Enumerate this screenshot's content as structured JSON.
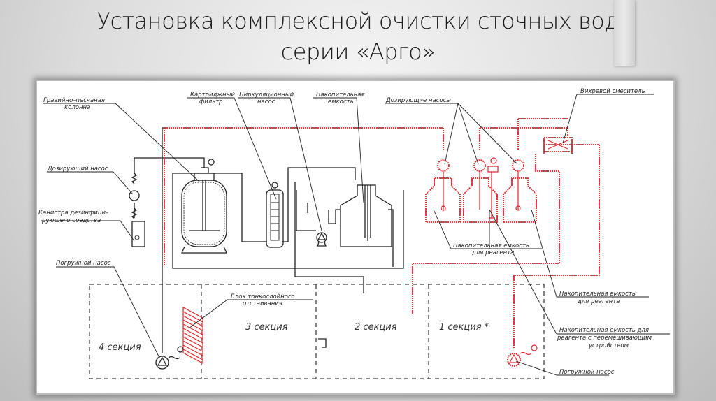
{
  "slide": {
    "title_line1": "Установка комплексной очистки сточных вод",
    "title_line2": "серии «Арго»"
  },
  "diagram": {
    "colors": {
      "pipe_main": "#222222",
      "pipe_reagent": "#e0262a",
      "section_border": "#444444"
    },
    "labels": {
      "gravel_sand_column_1": "Гравийно–песчаная",
      "gravel_sand_column_2": "колонна",
      "cartridge_filter_1": "Картриджный",
      "cartridge_filter_2": "фильтр",
      "circulation_pump_1": "Циркуляционный",
      "circulation_pump_2": "насос",
      "storage_tank_1": "Накопительная",
      "storage_tank_2": "емкость",
      "dosing_pumps": "Дозирующие насосы",
      "vortex_mixer": "Вихревой смеситель",
      "dosing_pump": "Дозирующий насос",
      "disinfectant_canister_1": "Канистра дезинфици–",
      "disinfectant_canister_2": "рующего средства",
      "submersible_pump_left": "Погружной насос",
      "reagent_tank_center_1": "Накопительная емкость",
      "reagent_tank_center_2": "для реагента",
      "reagent_tank_right_1": "Накопительная емкость",
      "reagent_tank_right_2": "для реагента",
      "reagent_tank_mixer_1": "Накопительная емкость для",
      "reagent_tank_mixer_2": "реагента с перемешивающим",
      "reagent_tank_mixer_3": "устройством",
      "submersible_pump_right": "Погружной насос",
      "thin_layer_settling_1": "Блок тонкослойного",
      "thin_layer_settling_2": "отстаивания"
    },
    "sections": [
      {
        "label": "4 секция"
      },
      {
        "label": "3 секция"
      },
      {
        "label": "2 секция"
      },
      {
        "label": "1 секция *"
      }
    ]
  }
}
